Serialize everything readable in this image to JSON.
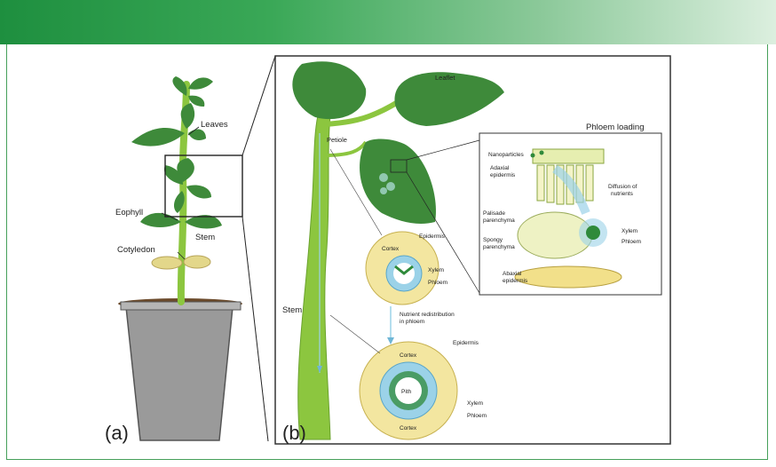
{
  "panel_a": {
    "tag": "(a)",
    "labels": {
      "leaves": "Leaves",
      "eophyll": "Eophyll",
      "stem": "Stem",
      "cotyledon": "Cotyledon"
    }
  },
  "panel_b": {
    "tag": "(b)",
    "labels": {
      "leaflet": "Leaflet",
      "petiole": "Petiole",
      "stem": "Stem",
      "phloem_loading": "Phloem loading",
      "nutrient_redistribution_1": "Nutrient redistribution",
      "nutrient_redistribution_2": "in phloem"
    },
    "petiole_section": {
      "cortex": "Cortex",
      "epidermis": "Epidermis",
      "xylem": "Xylem",
      "phloem": "Phloem"
    },
    "stem_section": {
      "cortex_top": "Cortex",
      "cortex_bottom": "Cortex",
      "pith": "Pith",
      "epidermis": "Epidermis",
      "xylem": "Xylem",
      "phloem": "Phloem"
    },
    "leaf_section": {
      "nanoparticles": "Nanoparticles",
      "adaxial_1": "Adaxial",
      "adaxial_2": "epidermis",
      "diffusion_1": "Diffusion of",
      "diffusion_2": "nutrients",
      "palisade_1": "Palisade",
      "palisade_2": "parenchyma",
      "spongy_1": "Spongy",
      "spongy_2": "parenchyma",
      "xylem": "Xylem",
      "phloem": "Phloem",
      "abaxial_1": "Abaxial",
      "abaxial_2": "epidermis"
    }
  },
  "colors": {
    "header_start": "#1e8f3f",
    "frame": "#46a05a",
    "leaf": "#3e8a3a",
    "stem": "#8cc63f",
    "pot": "#9a9a9a",
    "cortex": "#f3e6a0"
  }
}
